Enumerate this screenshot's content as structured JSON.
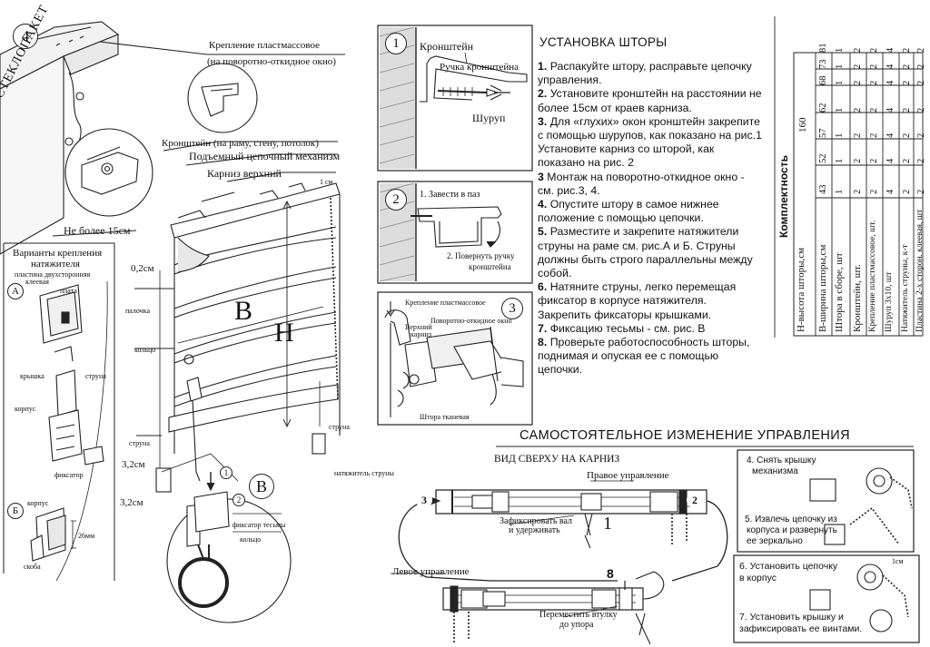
{
  "main": {
    "fig4": {
      "number": "4",
      "frame_label": "СТЕКЛОПАКЕТ",
      "clip_label_1": "Крепление пластмассовое",
      "clip_label_2": "(на поворотно-откидное окно)",
      "bracket_label": "Кронштейн (на раму, стену, потолок)",
      "lift_label": "Подъемный цепочный механизм",
      "cornice_label": "Карниз верхний",
      "limit_label": "Не более 15см",
      "gap_label": "0,2см",
      "one_cm": "1 см",
      "stick": "палочка",
      "ring": "кольцо",
      "string": "струна",
      "string2": "струна",
      "string3": "струна",
      "tensioner": "натяжитель струны",
      "B_label": "В",
      "H_label": "Н",
      "dim1": "3,2см",
      "dim2": "3,2см"
    },
    "variants": {
      "title_1": "Варианты крепления",
      "title_2": "натяжителя",
      "A": "А",
      "B": "Б",
      "tape_1": "пластина двухсторонняя",
      "tape_2": "клеевая",
      "plate": "плата",
      "cover": "крышка",
      "body": "корпус",
      "fixator": "фиксатор",
      "body2": "корпус",
      "mm": "26мм",
      "clamp": "скоба"
    },
    "detailB": {
      "letter": "В",
      "n1": "1",
      "n2": "2",
      "tape_fix": "фиксатор тесьмы",
      "ring": "кольцо"
    },
    "fig1": {
      "number": "1",
      "bracket": "Кронштейн",
      "handle": "Ручка кронштейна",
      "screw": "Шуруп"
    },
    "fig2": {
      "number": "2",
      "step1": "1. Завести в паз",
      "step2_1": "2. Повернуть ручку",
      "step2_2": "кронштейна"
    },
    "fig3": {
      "number": "3",
      "clip": "Крепление пластмассовое",
      "tilt": "Поворотно-откидное окно",
      "upper_1": "Верхний",
      "upper_2": "карниз",
      "tape": "Штора тканевая"
    },
    "install": {
      "title": "УСТАНОВКА ШТОРЫ",
      "steps": [
        {
          "n": "1.",
          "t": "Распакуйте штору, расправьте цепочку управления."
        },
        {
          "n": "2.",
          "t": "Установите кронштейн на расстоянии не более 15см от краев карниза."
        },
        {
          "n": "3.",
          "t": "Для «глухих» окон кронштейн закрепите с помощью шурупов, как показано на рис.1 Установите карниз со шторой, как показано на рис. 2"
        },
        {
          "n": "3",
          "t": "Монтаж на поворотно-откидное окно - см. рис.3, 4."
        },
        {
          "n": "4.",
          "t": "Опустите штору в самое нижнее положение с помощью цепочки."
        },
        {
          "n": "5.",
          "t": "Разместите и закрепите натяжители струны на раме см. рис.А и Б. Струны должны быть строго параллельны между собой."
        },
        {
          "n": "6.",
          "t": "Натяните струны, легко перемещая фиксатор в корпусе натяжителя. Закрепить фиксаторы крышками."
        },
        {
          "n": "7.",
          "t": "Фиксацию тесьмы - см. рис. В"
        },
        {
          "n": "8.",
          "t": "Проверьте работоспособность шторы, поднимая и опуская ее с помощью цепочки."
        }
      ]
    },
    "kit": {
      "title": "Комплектность",
      "h_label": "Н-высота шторы,см",
      "h_value": "160",
      "rows": [
        {
          "label": "В-ширина шторы,см",
          "values": [
            "43",
            "52",
            "57",
            "62",
            "68",
            "73",
            "81"
          ]
        },
        {
          "label": "Штора в сборе, шт",
          "values": [
            "1",
            "1",
            "1",
            "1",
            "1",
            "1",
            "1"
          ]
        },
        {
          "label": "Кронштейн, шт.",
          "values": [
            "2",
            "2",
            "2",
            "2",
            "2",
            "2",
            "2"
          ]
        },
        {
          "label": "Крепление пластмассовое, шт.",
          "values": [
            "2",
            "2",
            "2",
            "2",
            "2",
            "2",
            "2"
          ]
        },
        {
          "label": "Шуруп 3х10, шт",
          "values": [
            "4",
            "4",
            "4",
            "4",
            "4",
            "4",
            "4"
          ]
        },
        {
          "label": "Натяжитель струны, к-т",
          "values": [
            "2",
            "2",
            "2",
            "2",
            "2",
            "2",
            "2"
          ]
        },
        {
          "label": "Пластина 2-х сторон. клеевая, шт",
          "values": [
            "2",
            "2",
            "2",
            "2",
            "2",
            "2",
            "2"
          ]
        }
      ]
    },
    "control": {
      "title": "САМОСТОЯТЕЛЬНОЕ ИЗМЕНЕНИЕ УПРАВЛЕНИЯ",
      "top_view": "ВИД СВЕРХУ НА КАРНИЗ",
      "right": "Правое управление",
      "left": "Левое управление",
      "fix_1": "Зафиксировать вал",
      "fix_2": "и удерживать",
      "move_1": "Переместить втулку",
      "move_2": "до упора",
      "n1": "1",
      "n2": "2",
      "n3": "3",
      "n8": "8",
      "s4_1": "4. Снять крышку",
      "s4_2": "механизма",
      "s5_1": "5. Извлечь цепочку из",
      "s5_2": "корпуса и развернуть",
      "s5_3": "ее зеркально",
      "s6_1": "6. Установить цепочку",
      "s6_2": "в корпус",
      "s7_1": "7. Установить крышку и",
      "s7_2": "зафиксировать ее винтами.",
      "one_cm": "1см"
    }
  }
}
